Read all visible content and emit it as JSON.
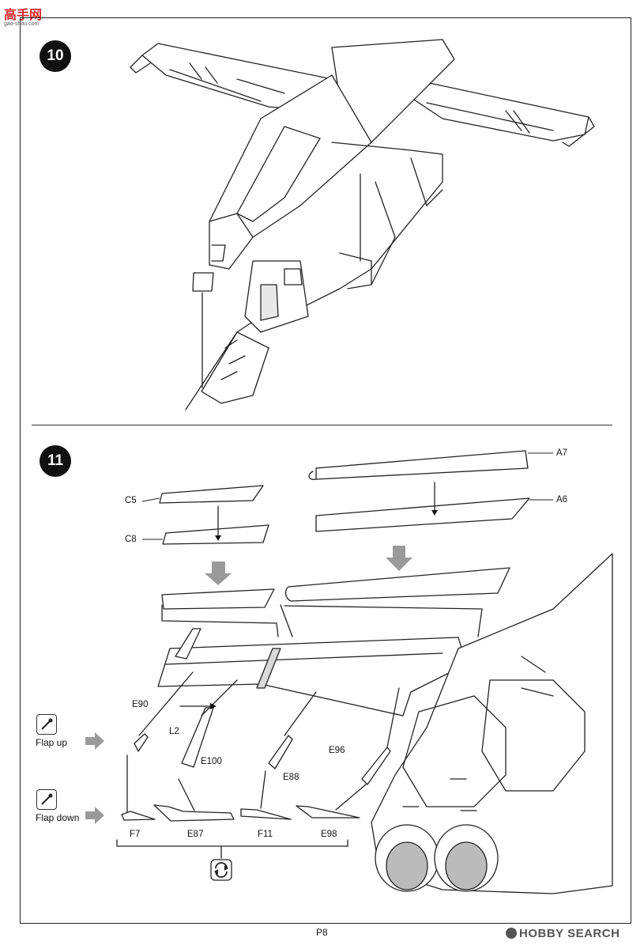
{
  "watermark": {
    "logo_text": "高手网",
    "logo_url": "gao-shou.com"
  },
  "steps": [
    {
      "number": "10"
    },
    {
      "number": "11"
    }
  ],
  "part_labels": {
    "a7": "A7",
    "a6": "A6",
    "c5": "C5",
    "c8": "C8",
    "e90": "E90",
    "l2": "L2",
    "e100": "E100",
    "e88": "E88",
    "e96": "E96",
    "f7": "F7",
    "e87": "E87",
    "f11": "F11",
    "e98": "E98"
  },
  "flap_options": {
    "flap_up": "Flap up",
    "flap_down": "Flap down",
    "icon": "pencil-icon"
  },
  "repeat_icon": "repeat-icon",
  "page_number": "P8",
  "brand": "HOBBY SEARCH"
}
